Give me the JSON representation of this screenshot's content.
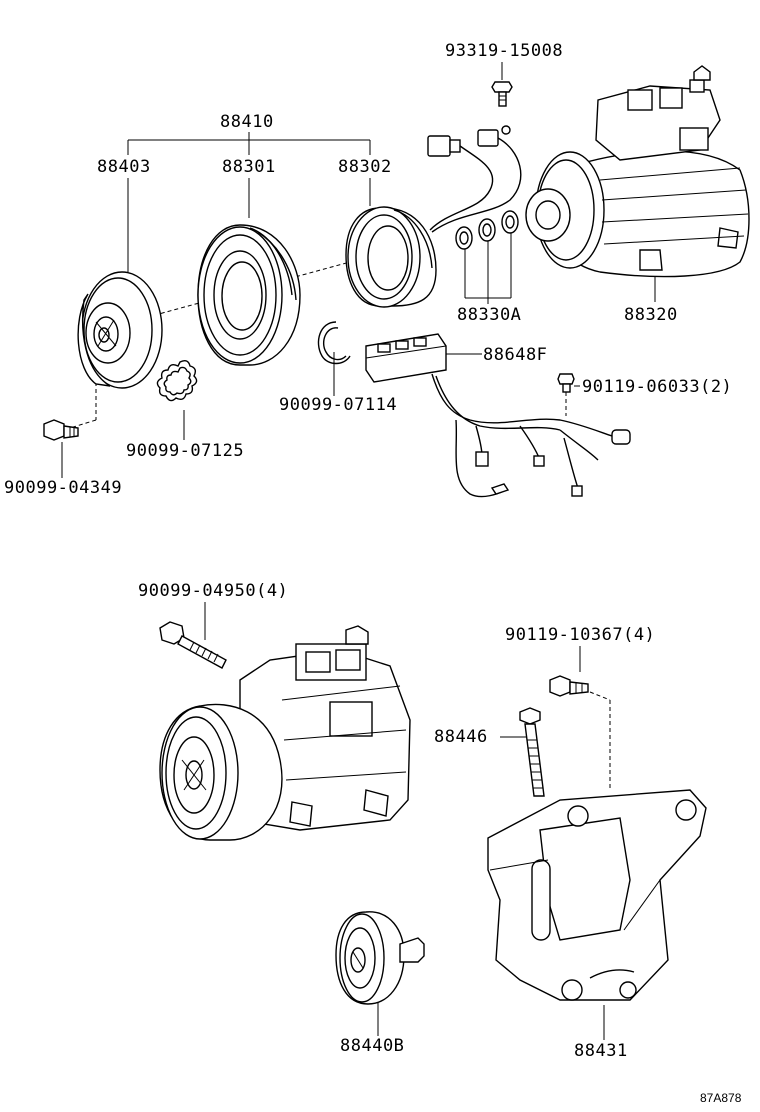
{
  "diagram": {
    "ref_code": "87A878",
    "labels": {
      "p93319": "93319-15008",
      "p88410": "88410",
      "p88403": "88403",
      "p88301": "88301",
      "p88302": "88302",
      "p88330A": "88330A",
      "p88320": "88320",
      "p88648F": "88648F",
      "p90119_06033": "90119-06033(2)",
      "p90099_07114": "90099-07114",
      "p90099_07125": "90099-07125",
      "p90099_04349": "90099-04349",
      "p90099_04950": "90099-04950(4)",
      "p90119_10367": "90119-10367(4)",
      "p88446": "88446",
      "p88440B": "88440B",
      "p88431": "88431"
    }
  }
}
